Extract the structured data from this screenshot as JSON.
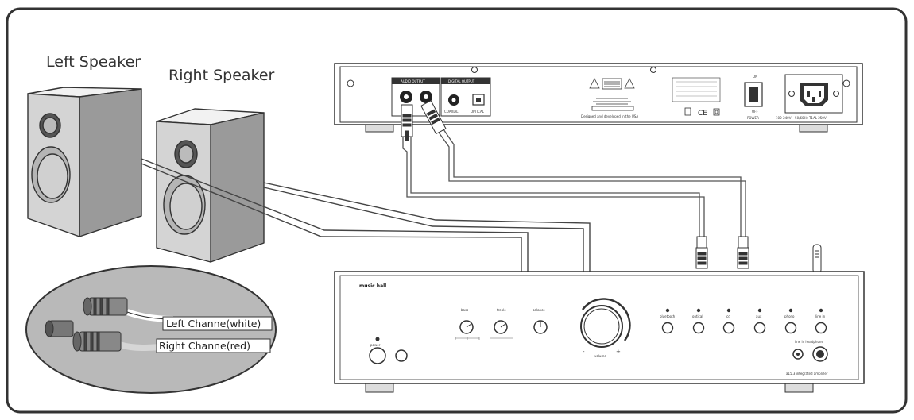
{
  "speakers": {
    "left_label": "Left Speaker",
    "right_label": "Right Speaker"
  },
  "inset": {
    "left_channel": "Left Channe(white)",
    "right_channel": "Right Channe(red)"
  },
  "cd_player": {
    "audio_output": "AUDIO OUTPUT",
    "digital_output": "DIGITAL OUTPUT",
    "coaxial": "COAXIAL",
    "optical": "OPTICAL",
    "designed": "Designed and developed in the USA",
    "on": "ON",
    "off": "OFF",
    "power": "POWER",
    "mains": "100-240V~ 50/60Hz T1AL 250V"
  },
  "amplifier": {
    "brand": "music hall",
    "power": "power",
    "bass": "bass",
    "treble": "treble",
    "balance": "balance",
    "volume": "volume",
    "minus": "-",
    "plus": "+",
    "inputs": [
      "bluetooth",
      "optical",
      "cd",
      "aux",
      "phono",
      "line in"
    ],
    "line_out": "line in  headphone",
    "model": "a15.3 integrated amplifier"
  },
  "colors": {
    "line": "#444444",
    "cable": "#999999",
    "inset_fill": "#b9b9b9"
  }
}
